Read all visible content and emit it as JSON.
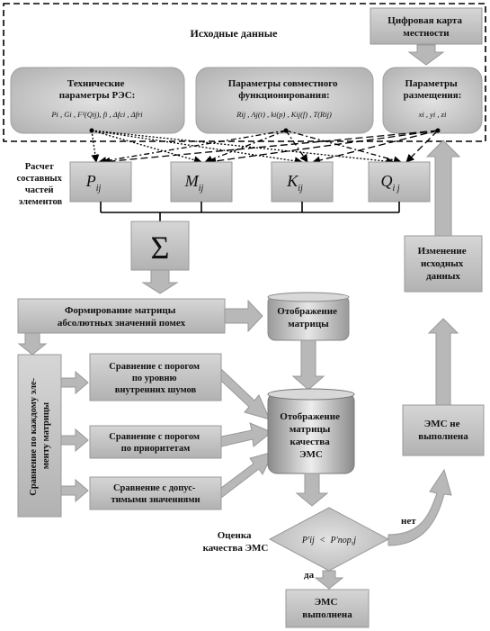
{
  "source_block": {
    "title": "Исходные данные",
    "digital_map": [
      "Цифровая карта",
      "местности"
    ],
    "tech_params": {
      "title": [
        "Технические",
        "параметры РЭС:"
      ],
      "formula": "Pi , Gi , F²(Qij), fi , Δfci , Δfri"
    },
    "joint_params": {
      "title": [
        "Параметры совместного",
        "функционирования:"
      ],
      "formula": "Rij , Aj(t) , ki(p) , Kij(f) , T(Rij)"
    },
    "placement_params": {
      "title": [
        "Параметры",
        "размещения:"
      ],
      "formula": "xi , yi , zi"
    }
  },
  "calc_label": [
    "Расчет",
    "составных",
    "частей",
    "элементов"
  ],
  "components": [
    {
      "symbol": "P",
      "sub": "ij"
    },
    {
      "symbol": "M",
      "sub": "ij"
    },
    {
      "symbol": "K",
      "sub": "ij"
    },
    {
      "symbol": "Q",
      "sub": "i j"
    }
  ],
  "sum_symbol": "Σ",
  "form_matrix": [
    "Формирование матрицы",
    "абсолютных значений помех"
  ],
  "display_matrix": [
    "Отображение",
    "матрицы"
  ],
  "compare_each": [
    "Сравнение по каждому эле-",
    "менту матрицы"
  ],
  "comparisons": [
    [
      "Сравнение с порогом",
      "по уровню",
      "внутренних шумов"
    ],
    [
      "Сравнение с порогом",
      "по приоритетам"
    ],
    [
      "Сравнение с допус-",
      "тимыми значениями"
    ]
  ],
  "display_quality": [
    "Отображение",
    "матрицы",
    "качества",
    "ЭМС"
  ],
  "decision": {
    "label": [
      "Оценка",
      "качества ЭМС"
    ],
    "formula_lhs": "P′ij",
    "formula_op": "<",
    "formula_rhs": "P′пор,j",
    "no": "нет",
    "yes": "да"
  },
  "emc_not_met": [
    "ЭМС не",
    "выполнена"
  ],
  "change_input": [
    "Изменение",
    "исходных",
    "данных"
  ],
  "emc_met": [
    "ЭМС",
    "выполнена"
  ],
  "colors": {
    "box": "#c4c4c4",
    "arrow": "#b8b8b8",
    "line": "#000000"
  }
}
